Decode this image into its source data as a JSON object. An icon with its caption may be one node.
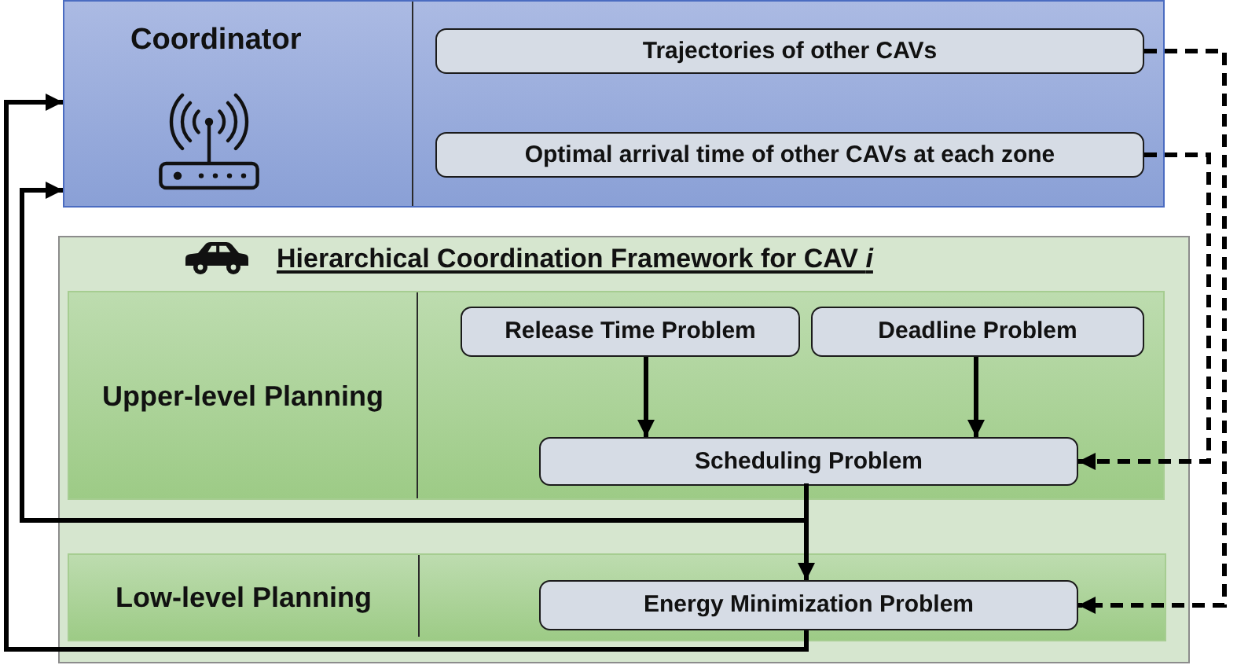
{
  "diagram": {
    "nodes": [
      {
        "text": [
          "Coordinator"
        ]
      },
      {
        "text": [
          "Trajectories of other CAVs"
        ],
        "in": 0
      },
      {
        "text": [
          "Optimal arrival time of other CAVs at each zone"
        ],
        "in": 0
      },
      {
        "text": [
          "Hierarchical Coordination Framework for CAV *i*"
        ]
      },
      {
        "text": [
          "Upper-level Planning"
        ],
        "in": 3
      },
      {
        "text": [
          "Release Time Problem"
        ],
        "in": 4
      },
      {
        "text": [
          "Deadline Problem"
        ],
        "in": 4
      },
      {
        "text": [
          "Scheduling Problem"
        ],
        "in": 4
      },
      {
        "text": [
          "Low-level Planning"
        ],
        "in": 3
      },
      {
        "text": [
          "Energy Minimization Problem"
        ],
        "in": 8
      }
    ],
    "edges": [
      {
        "from": 5,
        "to": 7,
        "arrow": "to"
      },
      {
        "from": 6,
        "to": 7,
        "arrow": "to"
      },
      {
        "from": 7,
        "to": 9,
        "arrow": "to"
      },
      {
        "from": 7,
        "to": 0,
        "arrow": "to"
      },
      {
        "from": 9,
        "to": 0,
        "arrow": "to"
      },
      {
        "from": 1,
        "to": 9,
        "arrow": "to",
        "style": "dashed"
      },
      {
        "from": 2,
        "to": 7,
        "arrow": "to",
        "style": "dashed"
      }
    ]
  }
}
